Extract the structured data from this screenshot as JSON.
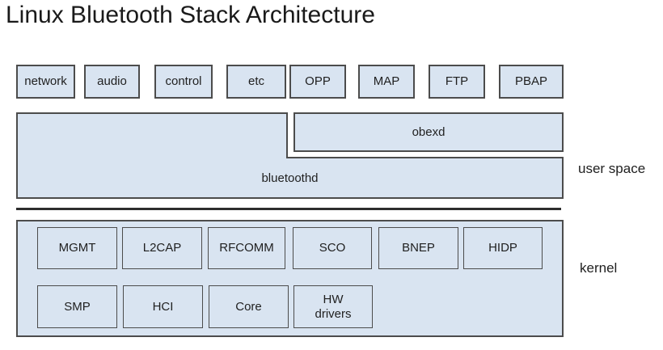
{
  "title": "Linux Bluetooth Stack Architecture",
  "colors": {
    "box_fill": "#d9e4f1",
    "box_border": "#4c4c4c",
    "divider": "#2d2d2d",
    "text": "#1f1f1f"
  },
  "user_space": {
    "label": "user space",
    "top_boxes": [
      "network",
      "audio",
      "control",
      "etc",
      "OPP",
      "MAP",
      "FTP",
      "PBAP"
    ],
    "bluetoothd_label": "bluetoothd",
    "obexd_label": "obexd"
  },
  "kernel": {
    "label": "kernel",
    "row1": [
      "MGMT",
      "L2CAP",
      "RFCOMM",
      "SCO",
      "BNEP",
      "HIDP"
    ],
    "row2": [
      "SMP",
      "HCI",
      "Core",
      "HW\ndrivers"
    ]
  }
}
